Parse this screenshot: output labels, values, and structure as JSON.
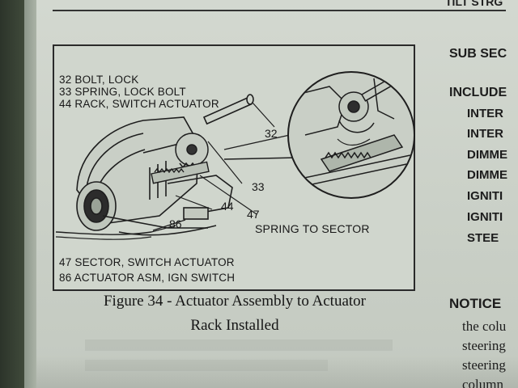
{
  "running_head": "TILT STRG",
  "figure": {
    "legend_top": [
      "32 BOLT, LOCK",
      "33 SPRING, LOCK BOLT",
      "44 RACK, SWITCH ACTUATOR"
    ],
    "legend_bottom": [
      "47 SECTOR, SWITCH ACTUATOR",
      "86 ACTUATOR ASM, IGN SWITCH"
    ],
    "callouts": [
      "32",
      "33",
      "47",
      "44",
      "86"
    ],
    "detail_label": "SPRING TO SECTOR",
    "caption_line1": "Figure 34 - Actuator Assembly to Actuator",
    "caption_line2": "Rack Installed"
  },
  "side": {
    "subsection": "SUB SEC",
    "includes": "INCLUDE",
    "items": [
      "INTER",
      "INTER",
      "DIMME",
      "DIMME",
      "IGNITI",
      "IGNITI",
      "STEE"
    ],
    "notice": "NOTICE",
    "notice_lines": [
      "the colu",
      "steering",
      "steering",
      "column"
    ]
  }
}
